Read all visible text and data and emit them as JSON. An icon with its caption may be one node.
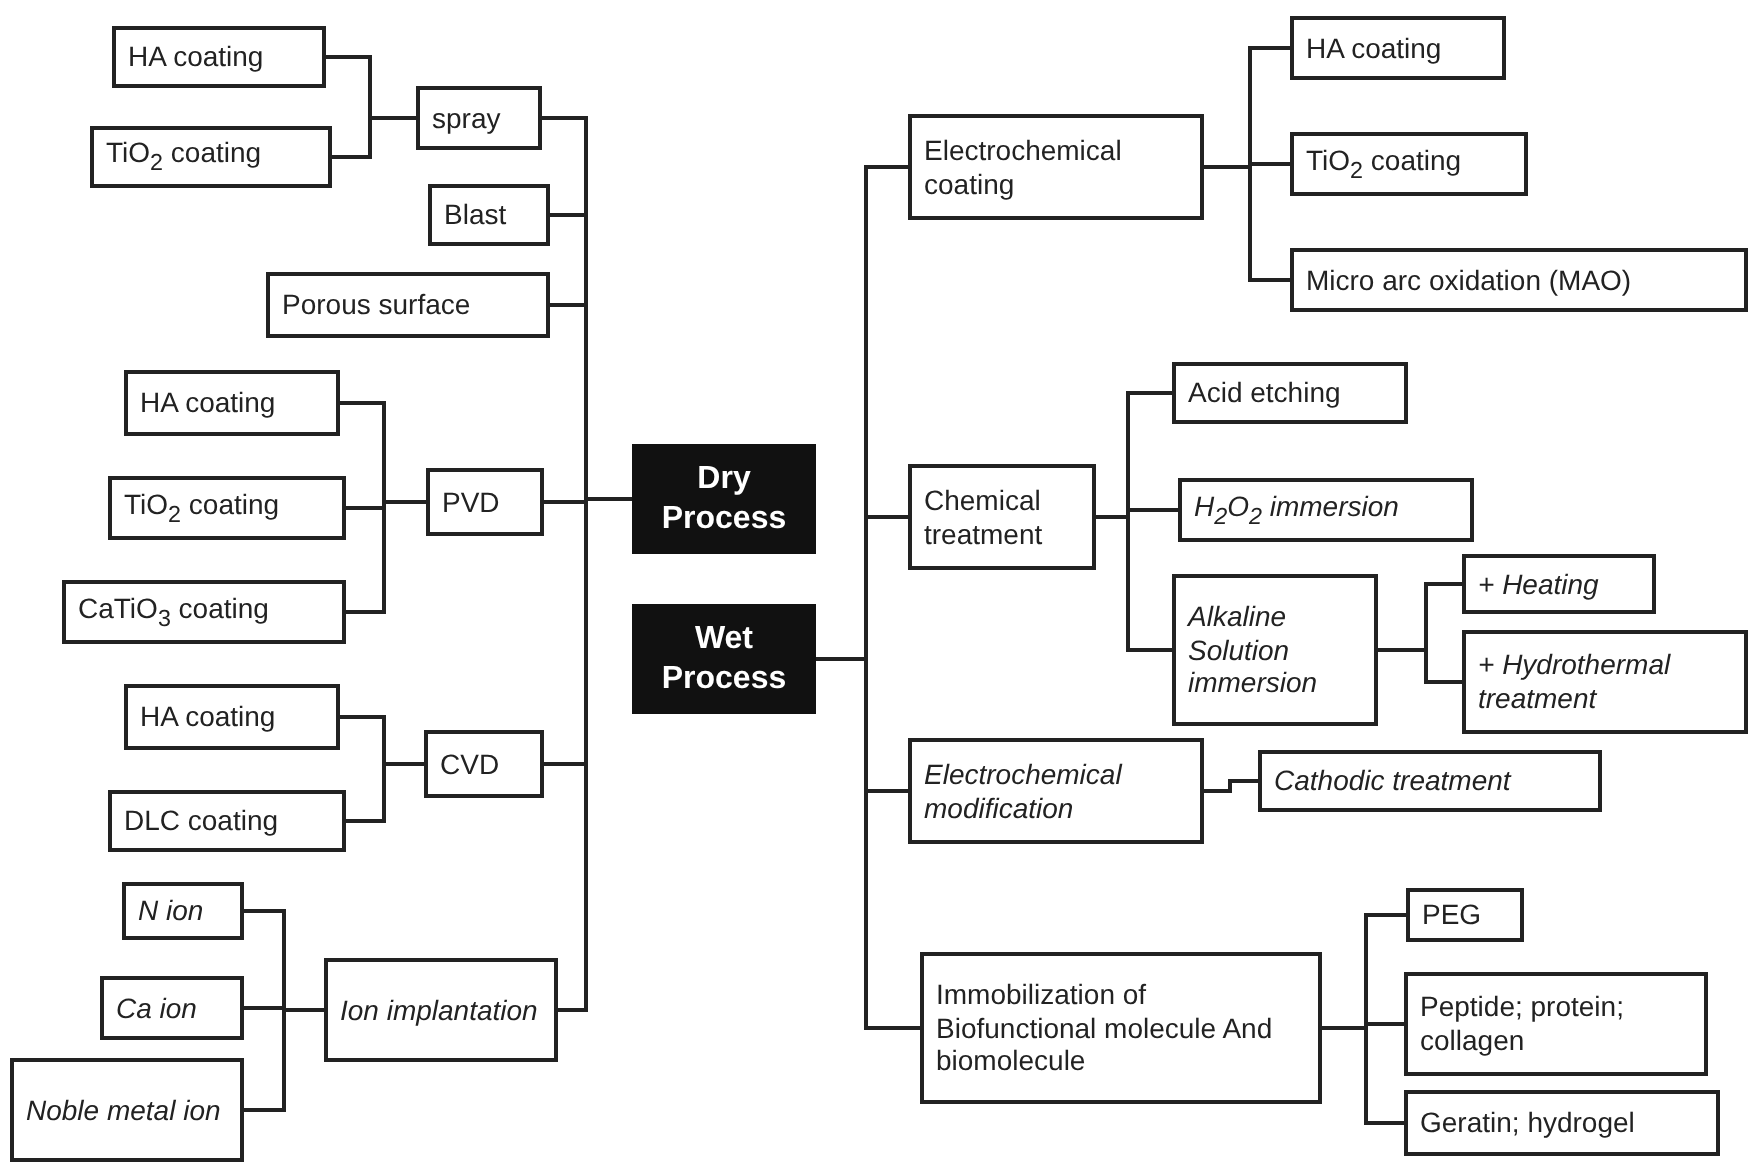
{
  "diagram": {
    "nodes": [
      {
        "text": [
          "Dry Process"
        ]
      },
      {
        "text": [
          "Wet Process"
        ]
      },
      {
        "text": [
          "spray"
        ]
      },
      {
        "text": [
          "HA coating"
        ]
      },
      {
        "text": [
          "TiO$_{2}$ coating"
        ]
      },
      {
        "text": [
          "Blast"
        ]
      },
      {
        "text": [
          "Porous surface"
        ]
      },
      {
        "text": [
          "PVD"
        ]
      },
      {
        "text": [
          "HA coating"
        ]
      },
      {
        "text": [
          "TiO$_{2}$ coating"
        ]
      },
      {
        "text": [
          "CaTiO$_{3}$ coating"
        ]
      },
      {
        "text": [
          "CVD"
        ]
      },
      {
        "text": [
          "HA coating"
        ]
      },
      {
        "text": [
          "DLC coating"
        ]
      },
      {
        "text": [
          "Ion implantation"
        ]
      },
      {
        "text": [
          "N ion"
        ]
      },
      {
        "text": [
          "Ca ion"
        ]
      },
      {
        "text": [
          "Noble metal ion"
        ]
      },
      {
        "text": [
          "Electrochemical coating"
        ]
      },
      {
        "text": [
          "HA coating"
        ]
      },
      {
        "text": [
          "TiO$_{2}$ coating"
        ]
      },
      {
        "text": [
          "Micro arc oxidation (MAO)"
        ]
      },
      {
        "text": [
          "Chemical treatment"
        ]
      },
      {
        "text": [
          "Acid etching"
        ]
      },
      {
        "text": [
          "H$_{2}$O$_{2}$ immersion"
        ]
      },
      {
        "text": [
          "Alkaline Solution immersion"
        ]
      },
      {
        "text": [
          "+ Heating"
        ]
      },
      {
        "text": [
          "+ Hydrothermal treatment"
        ]
      },
      {
        "text": [
          "Electrochemical modification"
        ]
      },
      {
        "text": [
          "Cathodic treatment"
        ]
      },
      {
        "text": [
          "Immobilization of Biofunctional molecule And biomolecule"
        ]
      },
      {
        "text": [
          "PEG"
        ]
      },
      {
        "text": [
          "Peptide; protein; collagen"
        ]
      },
      {
        "text": [
          "Geratin; hydrogel"
        ]
      }
    ],
    "edges": [
      {
        "from": 0,
        "to": 2,
        "arrow": "none"
      },
      {
        "from": 2,
        "to": 3,
        "arrow": "none"
      },
      {
        "from": 2,
        "to": 4,
        "arrow": "none"
      },
      {
        "from": 0,
        "to": 5,
        "arrow": "none"
      },
      {
        "from": 0,
        "to": 6,
        "arrow": "none"
      },
      {
        "from": 0,
        "to": 7,
        "arrow": "none"
      },
      {
        "from": 7,
        "to": 8,
        "arrow": "none"
      },
      {
        "from": 7,
        "to": 9,
        "arrow": "none"
      },
      {
        "from": 7,
        "to": 10,
        "arrow": "none"
      },
      {
        "from": 0,
        "to": 11,
        "arrow": "none"
      },
      {
        "from": 11,
        "to": 12,
        "arrow": "none"
      },
      {
        "from": 11,
        "to": 13,
        "arrow": "none"
      },
      {
        "from": 0,
        "to": 14,
        "arrow": "none"
      },
      {
        "from": 14,
        "to": 15,
        "arrow": "none"
      },
      {
        "from": 14,
        "to": 16,
        "arrow": "none"
      },
      {
        "from": 14,
        "to": 17,
        "arrow": "none"
      },
      {
        "from": 1,
        "to": 18,
        "arrow": "none"
      },
      {
        "from": 18,
        "to": 19,
        "arrow": "none"
      },
      {
        "from": 18,
        "to": 20,
        "arrow": "none"
      },
      {
        "from": 18,
        "to": 21,
        "arrow": "none"
      },
      {
        "from": 1,
        "to": 22,
        "arrow": "none"
      },
      {
        "from": 22,
        "to": 23,
        "arrow": "none"
      },
      {
        "from": 22,
        "to": 24,
        "arrow": "none"
      },
      {
        "from": 22,
        "to": 25,
        "arrow": "none"
      },
      {
        "from": 25,
        "to": 26,
        "arrow": "none"
      },
      {
        "from": 25,
        "to": 27,
        "arrow": "none"
      },
      {
        "from": 1,
        "to": 28,
        "arrow": "none"
      },
      {
        "from": 28,
        "to": 29,
        "arrow": "none"
      },
      {
        "from": 1,
        "to": 30,
        "arrow": "none"
      },
      {
        "from": 30,
        "to": 31,
        "arrow": "none"
      },
      {
        "from": 30,
        "to": 32,
        "arrow": "none"
      },
      {
        "from": 30,
        "to": 33,
        "arrow": "none"
      }
    ]
  }
}
